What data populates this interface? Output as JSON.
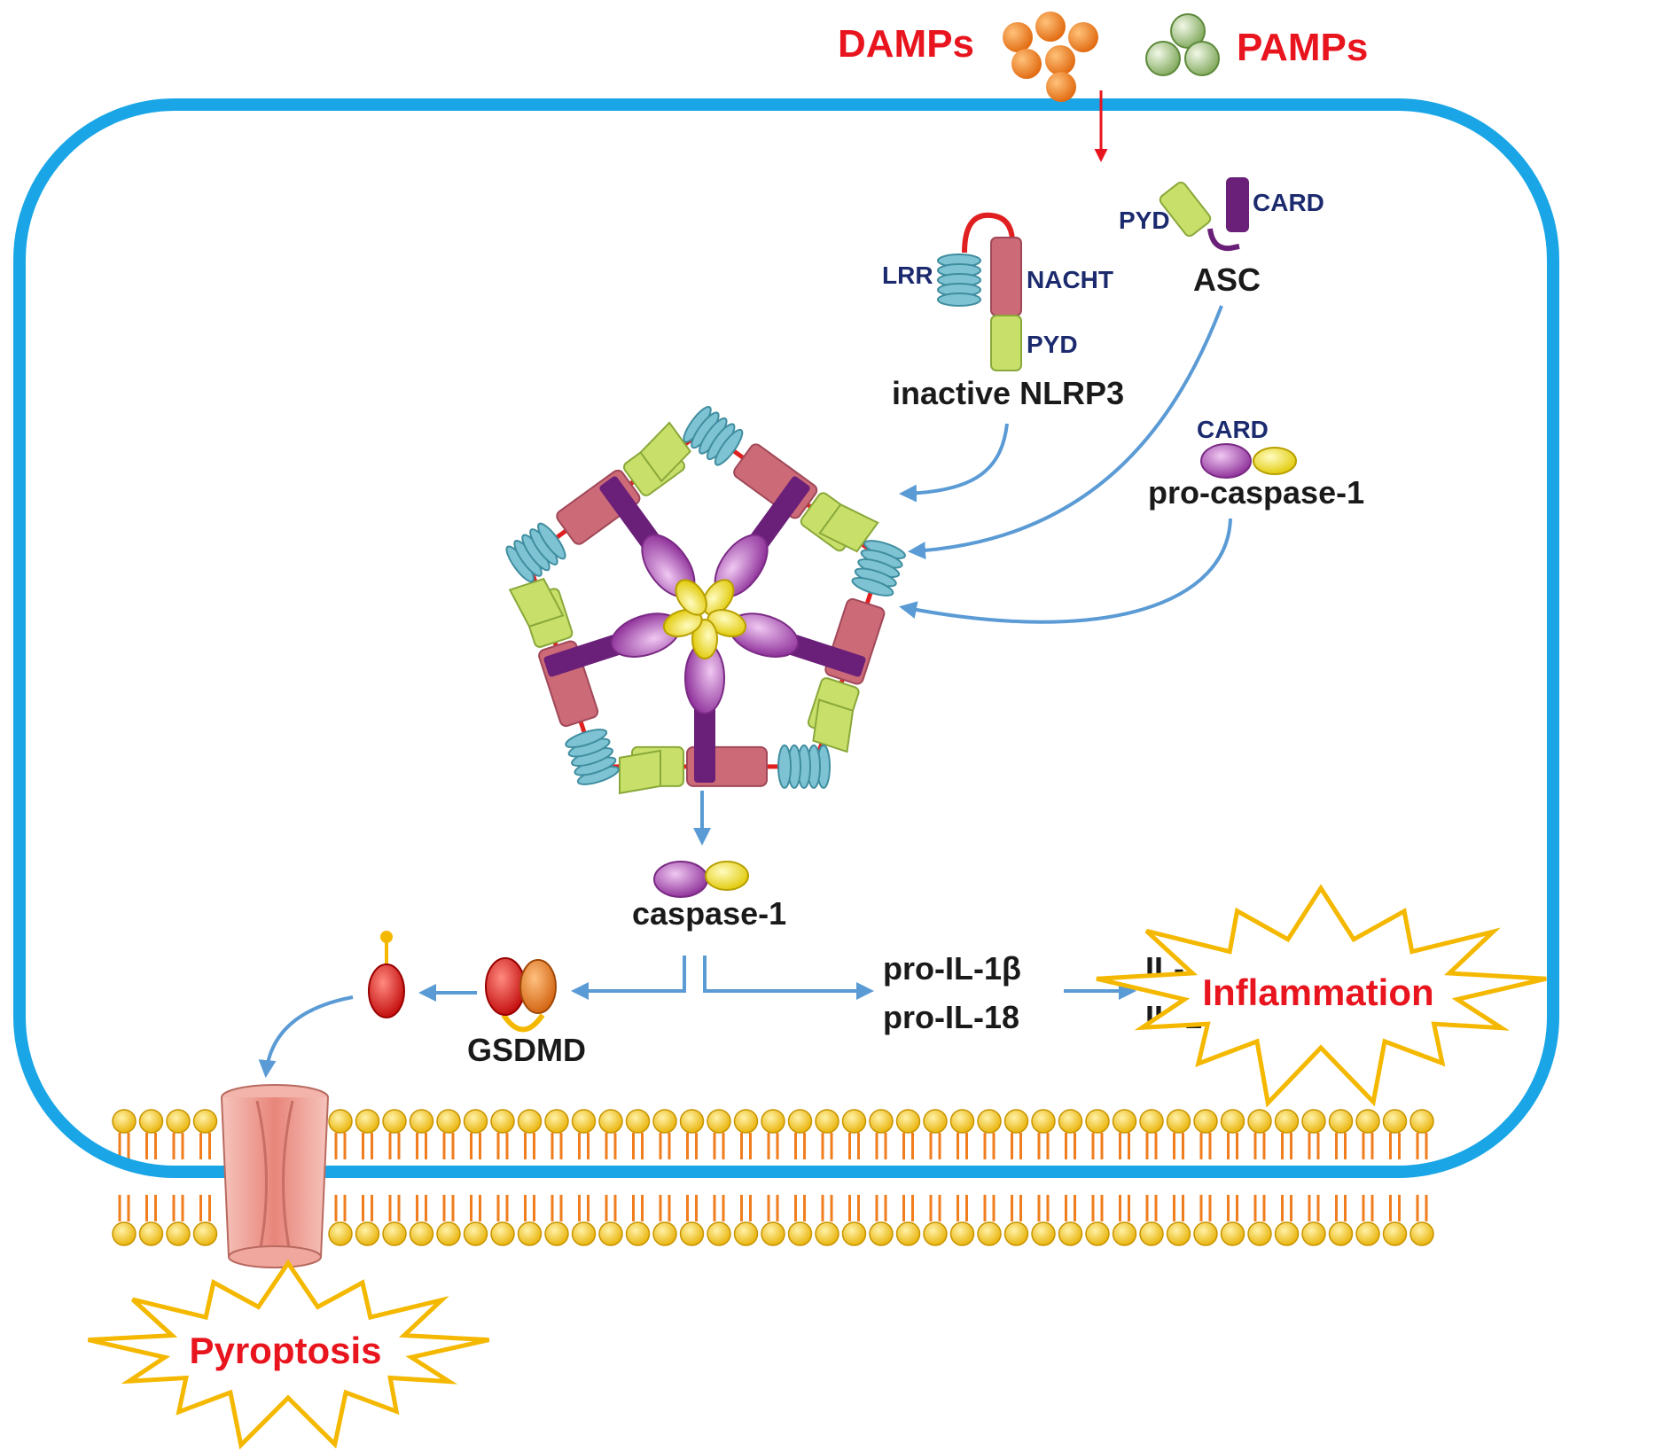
{
  "labels": {
    "damps": "DAMPs",
    "pamps": "PAMPs",
    "lrr": "LRR",
    "nacht": "NACHT",
    "nlrp3_pyd": "PYD",
    "inactive_nlrp3": "inactive NLRP3",
    "asc_pyd": "PYD",
    "asc_card": "CARD",
    "asc": "ASC",
    "procasp_card": "CARD",
    "pro_caspase_1": "pro-caspase-1",
    "caspase_1": "caspase-1",
    "gsdmd": "GSDMD",
    "pro_il1b": "pro-IL-1β",
    "pro_il18": "pro-IL-18",
    "il1b": "IL-1β",
    "il18": "IL-18",
    "inflammation": "Inflammation",
    "pyroptosis": "Pyroptosis"
  },
  "colors": {
    "cell_membrane": "#1aa6e6",
    "pathway_arrow": "#5b9bd5",
    "trigger_arrow": "#e8141e",
    "damp_particle": "#f07d1e",
    "pamp_particle": "#9cc47a",
    "nacht_domain": "#cc6a78",
    "pyd_domain": "#c8e06a",
    "lrr_domain": "#7ec3d3",
    "card_domain": "#6a1f78",
    "caspase_large": "#a03ca8",
    "caspase_small": "#f2e420",
    "gsdmd_red": "#e01818",
    "gsdmd_orange": "#e8741c",
    "lipid_head": "#f5c21c",
    "lipid_tail": "#f07d1e",
    "pore": "#f3a8a0",
    "burst_outline": "#f5b800",
    "text_red": "#e8141e",
    "text_navy": "#1c2a6e"
  },
  "icons": {
    "particles": "particle-cluster-icon",
    "lrr": "coil-icon",
    "pore": "gsdmd-pore-icon",
    "burst": "starburst-icon"
  }
}
